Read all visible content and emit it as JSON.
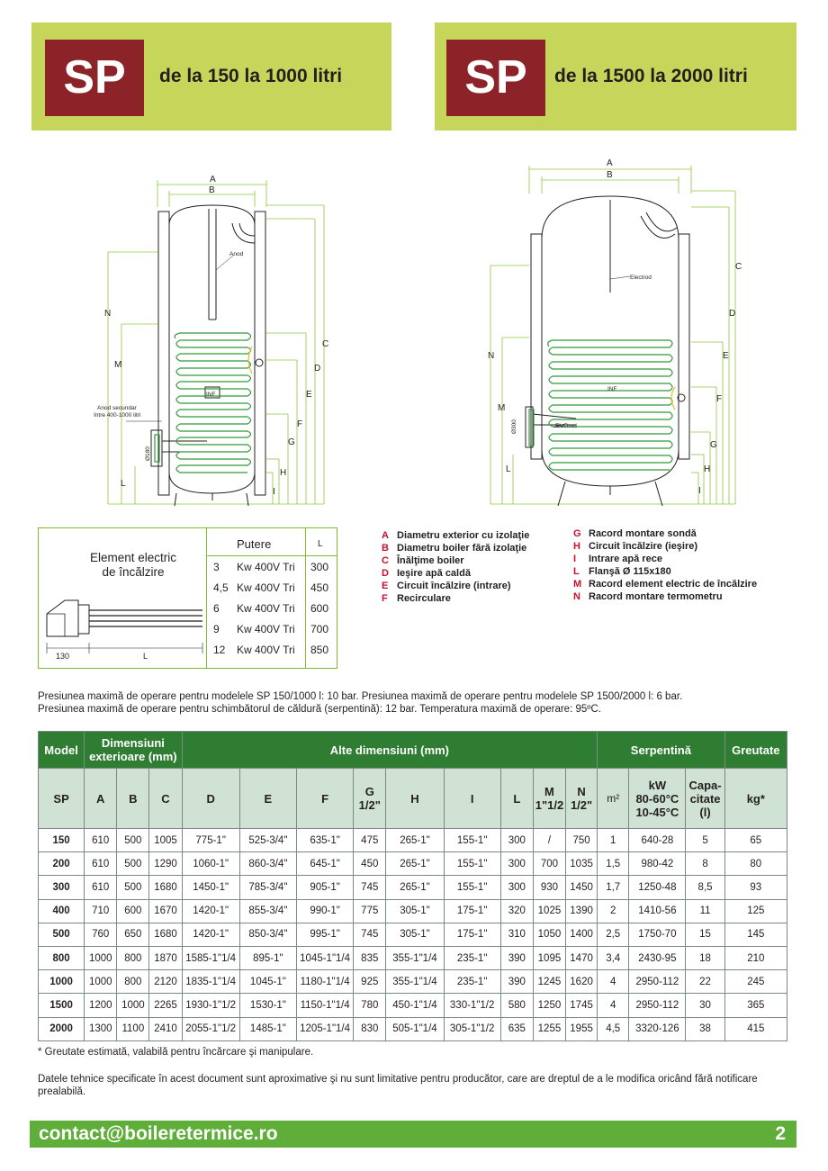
{
  "header_left": {
    "logo": "SP",
    "caption": "de la 150 la 1000 litri"
  },
  "header_right": {
    "logo": "SP",
    "caption": "de la 1500 la 2000 litri"
  },
  "diagram_left": {
    "dims": [
      "A",
      "B",
      "C",
      "D",
      "E",
      "F",
      "G",
      "H",
      "I",
      "L",
      "M",
      "N"
    ],
    "anode_label": "Anod",
    "anode2_line1": "Anod secundar",
    "anode2_line2": "între 400-1000 litri",
    "inf_label": "INF",
    "phi_label": "Ø180"
  },
  "diagram_right": {
    "dims": [
      "A",
      "B",
      "C",
      "D",
      "E",
      "F",
      "G",
      "H",
      "I",
      "L",
      "M",
      "N"
    ],
    "electrode_top": "Electrod",
    "electrode_bottom": "Electrod",
    "inf_label": "INF",
    "phi_label": "Ø300"
  },
  "element": {
    "title_line1": "Element electric",
    "title_line2": "de încălzire",
    "power_header": "Putere",
    "l_header": "L",
    "dim_130": "130",
    "dim_l": "L",
    "rows": [
      {
        "kw": "3",
        "unit": "Kw 400V Tri",
        "l": "300"
      },
      {
        "kw": "4,5",
        "unit": "Kw 400V Tri",
        "l": "450"
      },
      {
        "kw": "6",
        "unit": "Kw 400V Tri",
        "l": "600"
      },
      {
        "kw": "9",
        "unit": "Kw 400V Tri",
        "l": "700"
      },
      {
        "kw": "12",
        "unit": "Kw 400V Tri",
        "l": "850"
      }
    ]
  },
  "legend_left": [
    {
      "key": "A",
      "text": "Diametru  exterior cu izolaţie"
    },
    {
      "key": "B",
      "text": "Diametru boiler fără izolaţie"
    },
    {
      "key": "C",
      "text": "Înălţime boiler"
    },
    {
      "key": "D",
      "text": "Ieşire apă caldă"
    },
    {
      "key": "E",
      "text": "Circuit încălzire (intrare)"
    },
    {
      "key": "F",
      "text": "Recirculare"
    }
  ],
  "legend_right": [
    {
      "key": "G",
      "text": "Racord montare sondă"
    },
    {
      "key": "H",
      "text": "Circuit încălzire (ieşire)"
    },
    {
      "key": "I",
      "text": "Intrare apă rece"
    },
    {
      "key": "L",
      "text": "Flanşă Ø 115x180"
    },
    {
      "key": "M",
      "text": "Racord element electric de încălzire"
    },
    {
      "key": "N",
      "text": "Racord montare termometru"
    }
  ],
  "notes": {
    "line1": "Presiunea maximă de operare pentru modelele SP 150/1000 l: 10 bar. Presiunea maximă de operare pentru modelele SP 1500/2000 l: 6 bar.",
    "line2": "Presiunea maximă de operare pentru schimbătorul de căldură (serpentină): 12 bar. Temperatura maximă de operare: 95ºC."
  },
  "table": {
    "groups": {
      "model": "Model",
      "dim_ext": "Dimensiuni exterioare (mm)",
      "other": "Alte dimensiuni (mm)",
      "coil": "Serpentină",
      "weight": "Greutate"
    },
    "cols": {
      "sp": "SP",
      "a": "A",
      "b": "B",
      "c": "C",
      "d": "D",
      "e": "E",
      "f": "F",
      "g1": "G",
      "g2": "1/2\"",
      "h": "H",
      "i": "I",
      "l": "L",
      "m1": "M",
      "m2": "1\"1/2",
      "n1": "N",
      "n2": "1/2\"",
      "m2unit": "m²",
      "kw1": "kW",
      "kw2": "80-60°C",
      "kw3": "10-45°C",
      "cap1": "Capa-",
      "cap2": "citate",
      "cap3": "(l)",
      "kg": "kg*"
    },
    "rows": [
      [
        "150",
        "610",
        "500",
        "1005",
        "775-1\"",
        "525-3/4\"",
        "635-1\"",
        "475",
        "265-1\"",
        "155-1\"",
        "300",
        "/",
        "750",
        "1",
        "640-28",
        "5",
        "65"
      ],
      [
        "200",
        "610",
        "500",
        "1290",
        "1060-1\"",
        "860-3/4\"",
        "645-1\"",
        "450",
        "265-1\"",
        "155-1\"",
        "300",
        "700",
        "1035",
        "1,5",
        "980-42",
        "8",
        "80"
      ],
      [
        "300",
        "610",
        "500",
        "1680",
        "1450-1\"",
        "785-3/4\"",
        "905-1\"",
        "745",
        "265-1\"",
        "155-1\"",
        "300",
        "930",
        "1450",
        "1,7",
        "1250-48",
        "8,5",
        "93"
      ],
      [
        "400",
        "710",
        "600",
        "1670",
        "1420-1\"",
        "855-3/4\"",
        "990-1\"",
        "775",
        "305-1\"",
        "175-1\"",
        "320",
        "1025",
        "1390",
        "2",
        "1410-56",
        "11",
        "125"
      ],
      [
        "500",
        "760",
        "650",
        "1680",
        "1420-1\"",
        "850-3/4\"",
        "995-1\"",
        "745",
        "305-1\"",
        "175-1\"",
        "310",
        "1050",
        "1400",
        "2,5",
        "1750-70",
        "15",
        "145"
      ],
      [
        "800",
        "1000",
        "800",
        "1870",
        "1585-1\"1/4",
        "895-1\"",
        "1045-1\"1/4",
        "835",
        "355-1\"1/4",
        "235-1\"",
        "390",
        "1095",
        "1470",
        "3,4",
        "2430-95",
        "18",
        "210"
      ],
      [
        "1000",
        "1000",
        "800",
        "2120",
        "1835-1\"1/4",
        "1045-1\"",
        "1180-1\"1/4",
        "925",
        "355-1\"1/4",
        "235-1\"",
        "390",
        "1245",
        "1620",
        "4",
        "2950-112",
        "22",
        "245"
      ],
      [
        "1500",
        "1200",
        "1000",
        "2265",
        "1930-1\"1/2",
        "1530-1\"",
        "1150-1\"1/4",
        "780",
        "450-1\"1/4",
        "330-1\"1/2",
        "580",
        "1250",
        "1745",
        "4",
        "2950-112",
        "30",
        "365"
      ],
      [
        "2000",
        "1300",
        "1100",
        "2410",
        "2055-1\"1/2",
        "1485-1\"",
        "1205-1\"1/4",
        "830",
        "505-1\"1/4",
        "305-1\"1/2",
        "635",
        "1255",
        "1955",
        "4,5",
        "3320-126",
        "38",
        "415"
      ]
    ]
  },
  "footnote": "* Greutate estimată, valabilă pentru încărcare şi manipulare.",
  "disclaimer": "Datele tehnice specificate în acest document sunt aproximative şi nu sunt limitative pentru producător, care are dreptul de a le modifica oricând fără notificare prealabilă.",
  "footer": {
    "email": "contact@boileretermice.ro",
    "page": "2"
  },
  "colors": {
    "header_bg": "#c5d65a",
    "logo_bg": "#8b2329",
    "table_head": "#2e7d32",
    "table_subhead": "#cfe2d4",
    "footer_bar": "#5fae3a",
    "legend_key": "#c8102e"
  }
}
